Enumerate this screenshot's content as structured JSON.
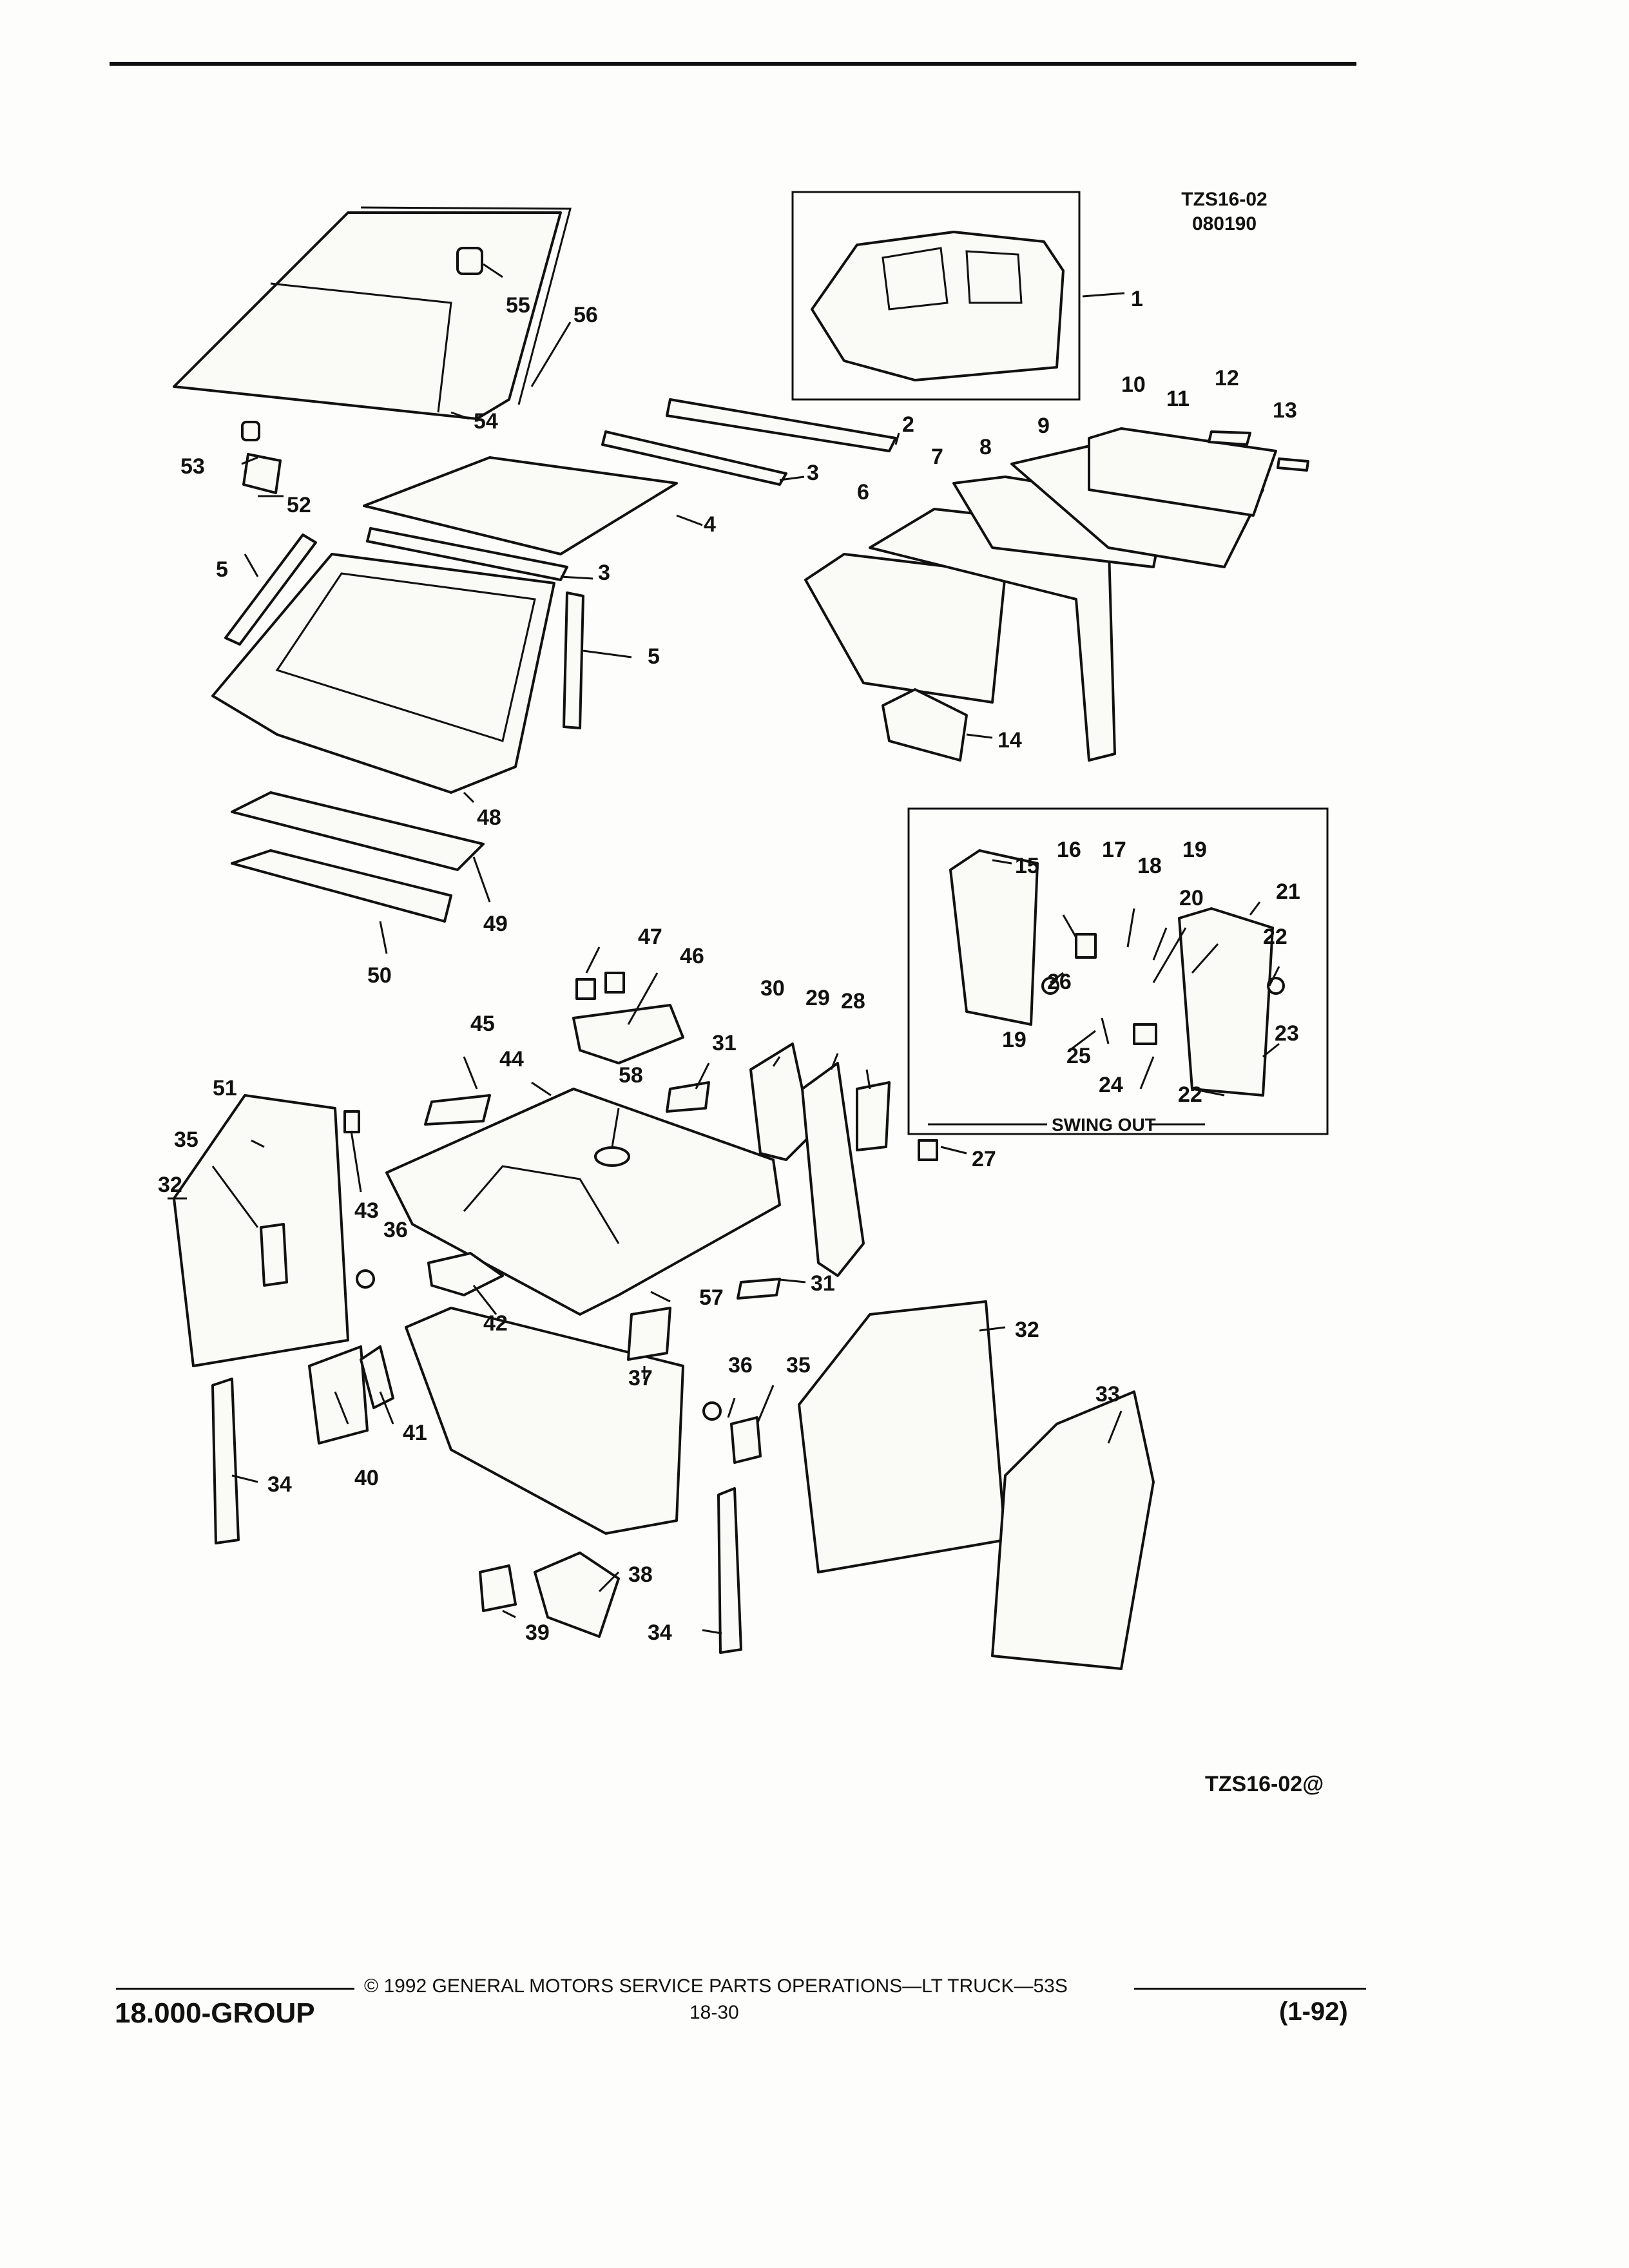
{
  "header": {
    "drawing_code": "TZS16-02",
    "drawing_date": "080190"
  },
  "diagram": {
    "callouts": [
      "1",
      "2",
      "3",
      "3",
      "4",
      "5",
      "5",
      "6",
      "7",
      "8",
      "9",
      "10",
      "11",
      "12",
      "13",
      "14",
      "15",
      "16",
      "17",
      "18",
      "19",
      "19",
      "20",
      "21",
      "22",
      "22",
      "23",
      "24",
      "25",
      "26",
      "27",
      "28",
      "29",
      "30",
      "31",
      "31",
      "32",
      "32",
      "33",
      "34",
      "34",
      "35",
      "35",
      "36",
      "36",
      "37",
      "38",
      "39",
      "40",
      "41",
      "42",
      "43",
      "44",
      "45",
      "46",
      "47",
      "48",
      "49",
      "50",
      "51",
      "52",
      "53",
      "54",
      "55",
      "56",
      "57",
      "58"
    ],
    "inset_label": "SWING OUT",
    "footer_code": "TZS16-02@"
  },
  "footer": {
    "copyright": "© 1992 GENERAL MOTORS SERVICE PARTS OPERATIONS—LT TRUCK—53S",
    "group": "18.000-GROUP",
    "page_number": "18-30",
    "revision": "(1-92)"
  }
}
